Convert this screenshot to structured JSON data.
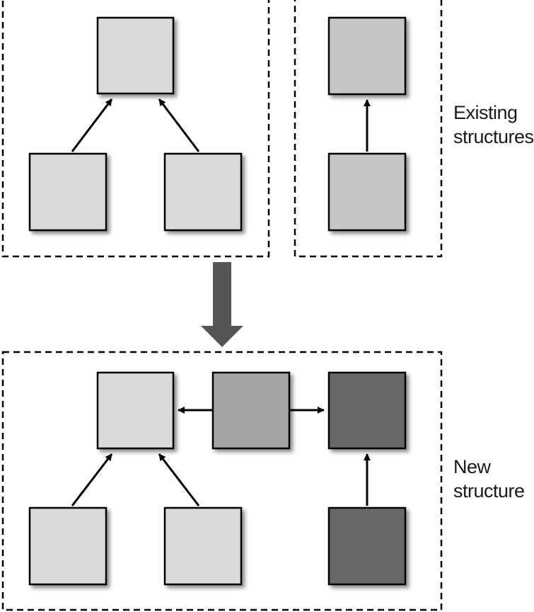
{
  "labels": {
    "existing_line1": "Existing",
    "existing_line2": "structures",
    "new_line1": "New",
    "new_line2": "structure"
  },
  "colors": {
    "light": "#dadada",
    "medium_light": "#c6c6c6",
    "medium": "#a4a4a4",
    "dark": "#686868",
    "transition_arrow": "#555555",
    "stroke": "#000000"
  }
}
